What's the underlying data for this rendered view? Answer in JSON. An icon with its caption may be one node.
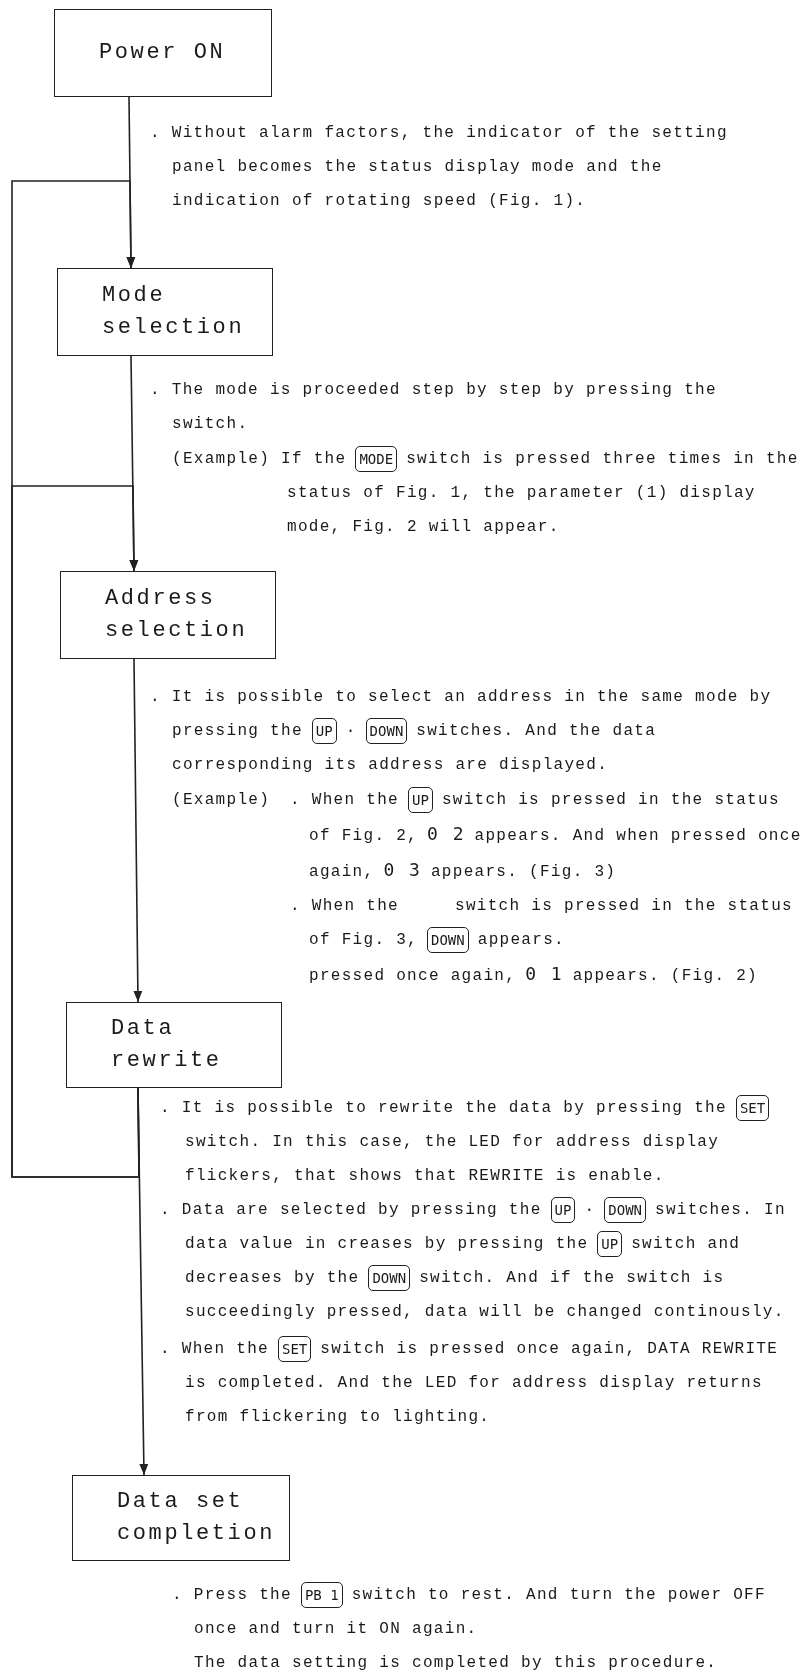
{
  "diagram": {
    "nodes": [
      {
        "text": [
          "Power ON"
        ]
      },
      {
        "text": [
          "Mode selection"
        ]
      },
      {
        "text": [
          "Address selection"
        ]
      },
      {
        "text": [
          "Data rewrite"
        ]
      },
      {
        "text": [
          "Data set completion"
        ]
      }
    ],
    "edges": [
      {
        "from": 0,
        "to": 1,
        "arrow": "to"
      },
      {
        "from": 1,
        "to": 2,
        "arrow": "to"
      },
      {
        "from": 2,
        "to": 3,
        "arrow": "to"
      },
      {
        "from": 3,
        "to": 4,
        "arrow": "to"
      },
      {
        "from": 3,
        "to": 1,
        "arrow": "to"
      },
      {
        "from": 3,
        "to": 2,
        "arrow": "to"
      }
    ],
    "labels": [
      ". Without alarm factors, the indicator of the setting panel becomes the status display mode and the indication of rotating speed (Fig. 1).",
      ". The mode is proceeded step by step by pressing the switch.",
      "(Example) If the",
      "MODE",
      "switch is pressed three times in the status of Fig. 1, the parameter (1) display mode, Fig. 2 will appear.",
      ". It is possible to select an address in the same mode by pressing the",
      "UP",
      "·",
      "DOWN",
      "switches. And the data corresponding its address are displayed.",
      "(Example)",
      ". When the",
      "UP",
      "switch is pressed in the status of Fig. 2,",
      "0 2",
      "appears. And when pressed once again,",
      "0 3",
      "appears. (Fig. 3)",
      ". When the",
      "switch is pressed in the status of Fig. 3,",
      "DOWN",
      "appears.",
      "pressed once again,",
      "0 1",
      "appears. (Fig. 2)",
      ". It is possible to rewrite the data by pressing the",
      "SET",
      "switch. In this case, the LED for address display flickers, that shows that REWRITE is enable.",
      ". Data are selected by pressing the",
      "UP",
      "·",
      "DOWN",
      "switches. In data value in creases by pressing the",
      "UP",
      "switch and decreases by the",
      "DOWN",
      "switch. And if the switch is succeedingly pressed, data will be changed continously.",
      ". When the",
      "SET",
      "switch is pressed once again, DATA REWRITE is completed. And the LED for address display returns from flickering to lighting.",
      ". Press the",
      "PB 1",
      "switch to rest. And turn the power OFF once and turn it ON again.",
      "The data setting is completed by this procedure."
    ]
  }
}
